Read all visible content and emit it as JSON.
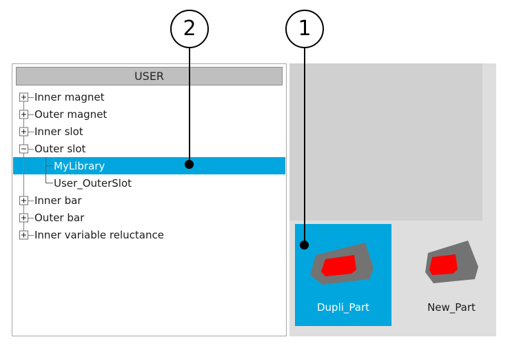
{
  "callouts": [
    {
      "number": "2",
      "target": "library-tree-item"
    },
    {
      "number": "1",
      "target": "duplicated-part-tile"
    }
  ],
  "tree": {
    "header_label": "USER",
    "items": [
      {
        "label": "Inner magnet",
        "level": 0,
        "toggle": "plus"
      },
      {
        "label": "Outer magnet",
        "level": 0,
        "toggle": "plus"
      },
      {
        "label": "Inner slot",
        "level": 0,
        "toggle": "plus"
      },
      {
        "label": "Outer slot",
        "level": 0,
        "toggle": "minus"
      },
      {
        "label": "MyLibrary",
        "level": 1,
        "toggle": "none",
        "selected": true,
        "last": false
      },
      {
        "label": "User_OuterSlot",
        "level": 1,
        "toggle": "none",
        "selected": false,
        "last": true
      },
      {
        "label": "Inner bar",
        "level": 0,
        "toggle": "plus"
      },
      {
        "label": "Outer bar",
        "level": 0,
        "toggle": "plus"
      },
      {
        "label": "Inner variable reluctance",
        "level": 0,
        "toggle": "plus"
      }
    ]
  },
  "parts": {
    "items": [
      {
        "name": "Dupli_Part",
        "selected": true
      },
      {
        "name": "New_Part",
        "selected": false
      }
    ]
  },
  "colors": {
    "selection": "#00a6dd",
    "header_gray": "#bfbfbf",
    "panel_gray": "#d0d0d0",
    "strip_gray": "#dedede",
    "part_body": "#737373",
    "part_magnet": "#ff0000"
  }
}
